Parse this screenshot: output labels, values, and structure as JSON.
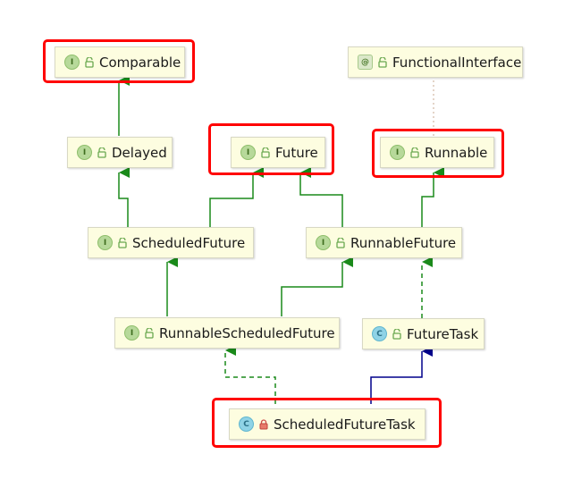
{
  "diagram": {
    "nodes": {
      "comparable": {
        "label": "Comparable",
        "kind": "I",
        "access": "public"
      },
      "functional_interface": {
        "label": "FunctionalInterface",
        "kind": "@",
        "access": "public"
      },
      "delayed": {
        "label": "Delayed",
        "kind": "I",
        "access": "public"
      },
      "future": {
        "label": "Future",
        "kind": "I",
        "access": "public"
      },
      "runnable": {
        "label": "Runnable",
        "kind": "I",
        "access": "public"
      },
      "scheduled_future": {
        "label": "ScheduledFuture",
        "kind": "I",
        "access": "public"
      },
      "runnable_future": {
        "label": "RunnableFuture",
        "kind": "I",
        "access": "public"
      },
      "runnable_scheduled_future": {
        "label": "RunnableScheduledFuture",
        "kind": "I",
        "access": "public"
      },
      "future_task": {
        "label": "FutureTask",
        "kind": "C",
        "access": "public"
      },
      "scheduled_future_task": {
        "label": "ScheduledFutureTask",
        "kind": "C",
        "access": "private"
      }
    },
    "colors": {
      "interface_extends": "#1a8a1a",
      "class_extends": "#00008b",
      "annotation_link": "#c8a890",
      "highlight": "#ff0000",
      "node_fill": "#fdfde0"
    }
  }
}
